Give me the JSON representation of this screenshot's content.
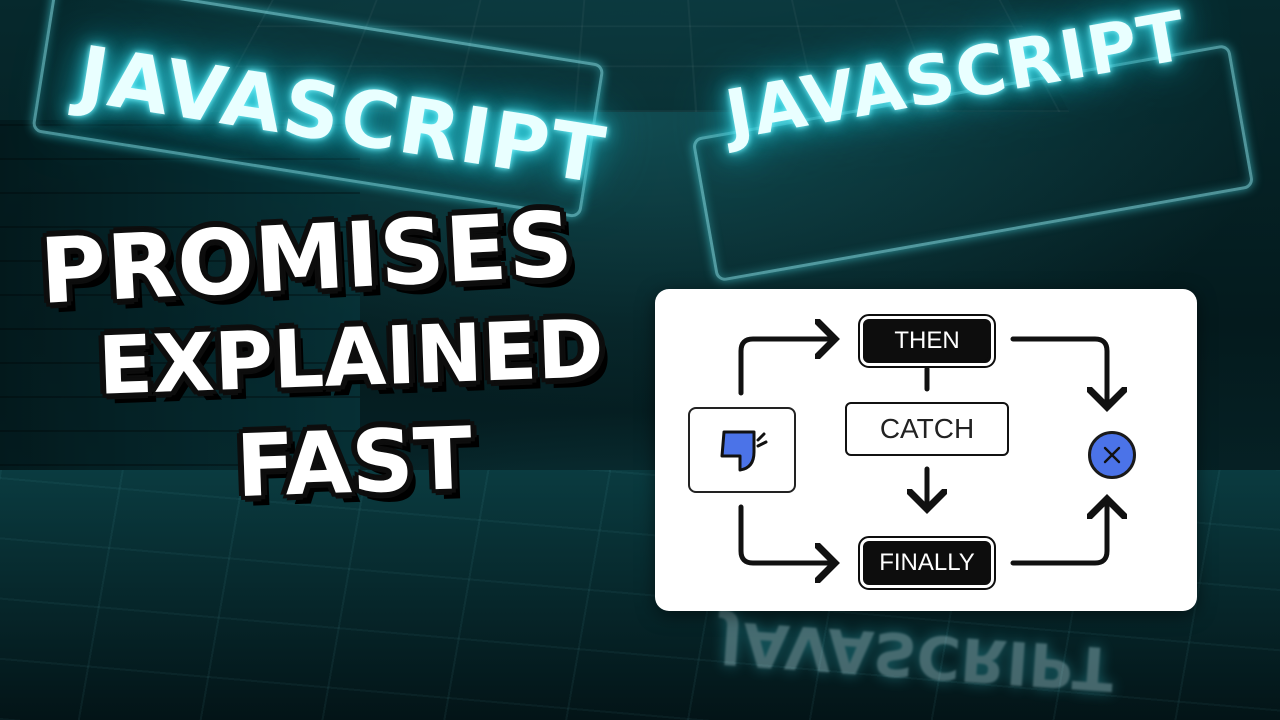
{
  "neon_signs": {
    "left": "JAVASCRIPT",
    "right": "JAVASCRIPT",
    "reflection": "JAVASCRIPT"
  },
  "title": {
    "line1": "PROMISES",
    "line2": "EXPLAINED",
    "line3": "FAST"
  },
  "diagram": {
    "then_label": "THEN",
    "catch_label": "CATCH",
    "finally_label": "FINALLY",
    "start_icon": "promise-icon",
    "end_icon": "close-icon"
  },
  "colors": {
    "neon": "#3fe0ef",
    "end_node": "#4b73e8",
    "node_dark": "#0d0d0d"
  }
}
